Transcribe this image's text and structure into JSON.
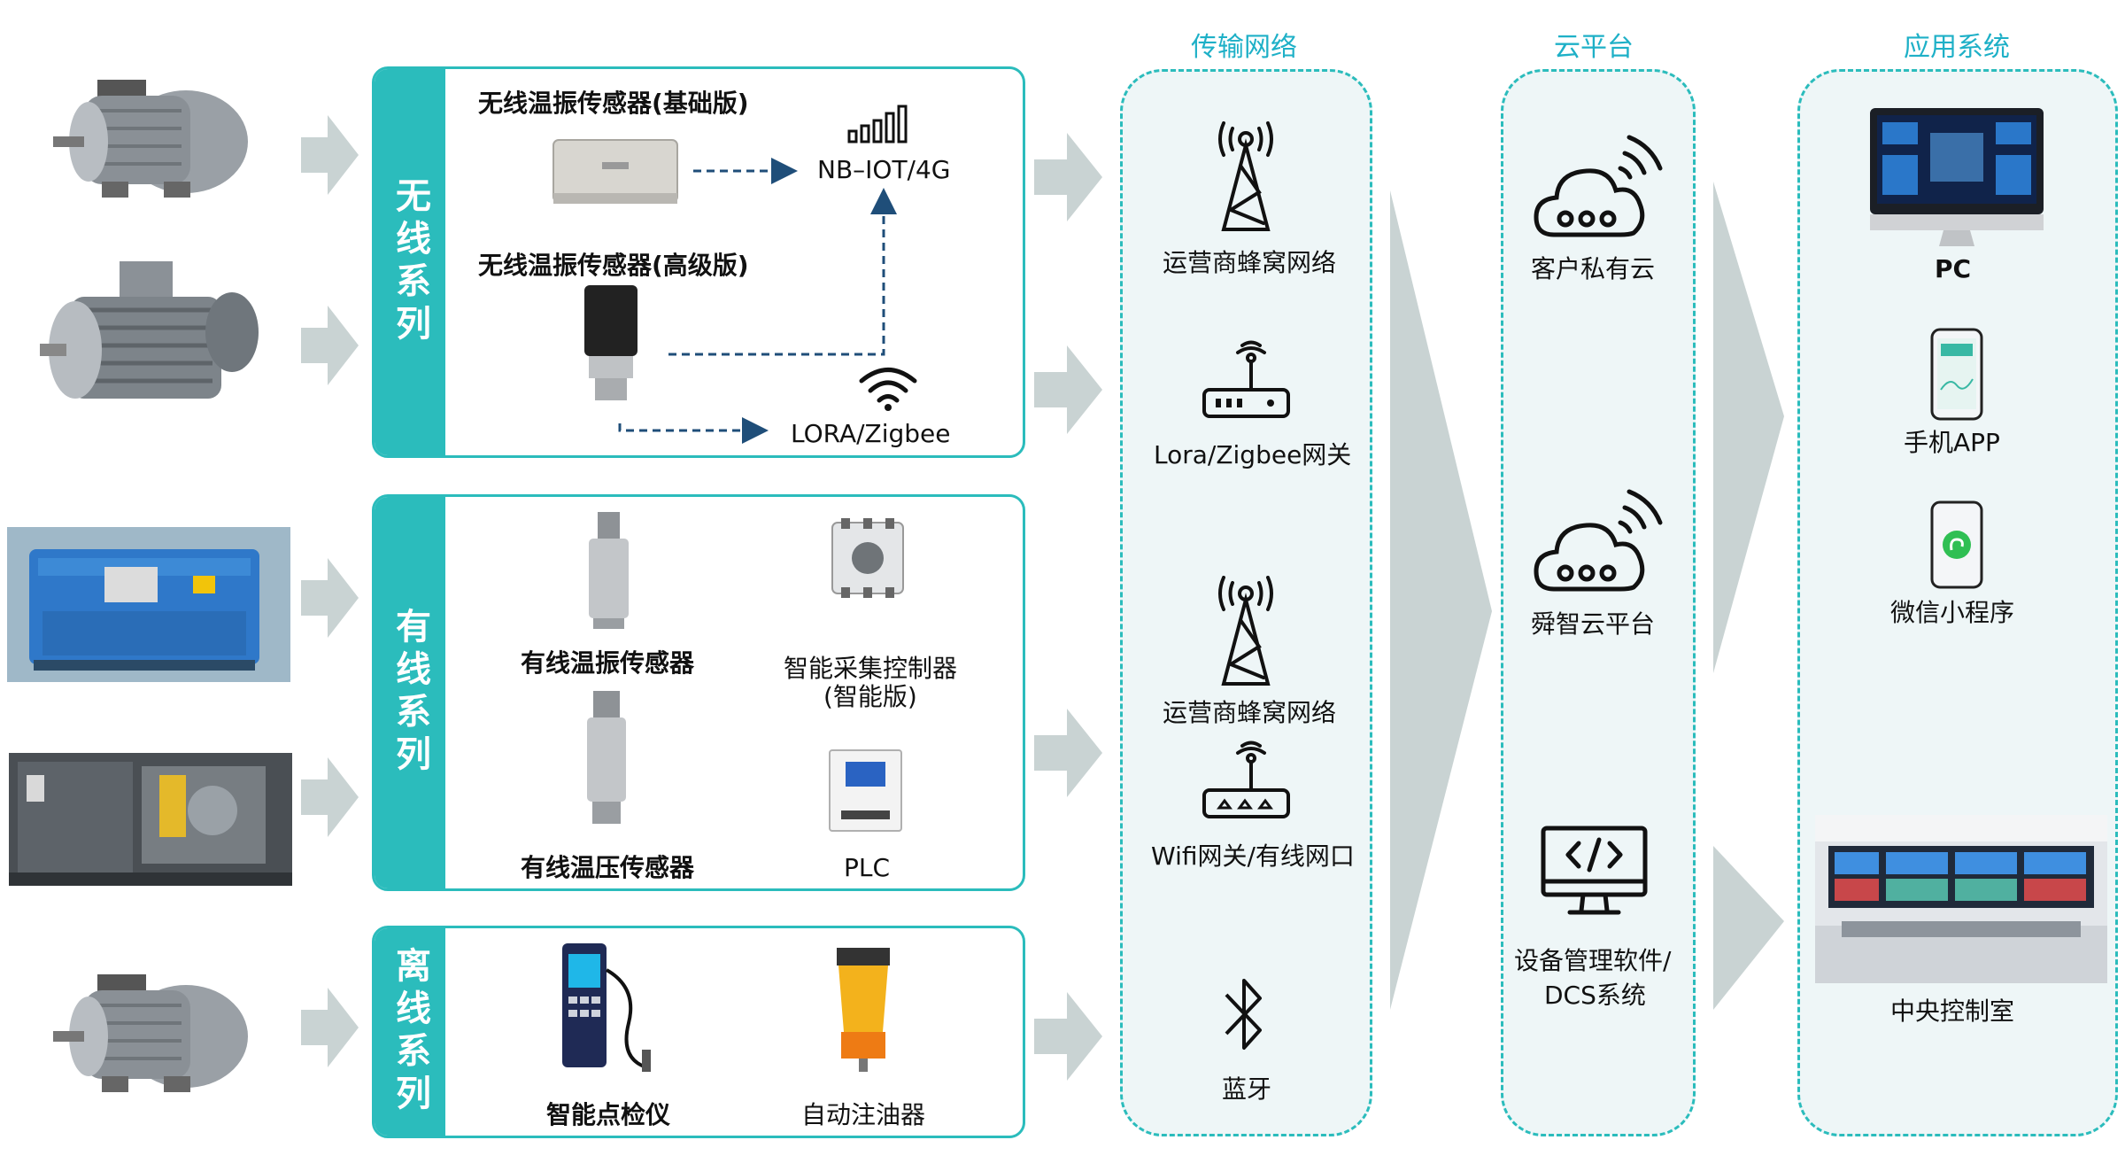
{
  "columns": {
    "transport": "传输网络",
    "cloud": "云平台",
    "apps": "应用系统"
  },
  "wireless": {
    "tab": "无线系列",
    "basic_sensor": "无线温振传感器(基础版)",
    "advanced_sensor": "无线温振传感器(高级版)",
    "nbiot": "NB–IOT/4G",
    "lora": "LORA/Zigbee"
  },
  "wired": {
    "tab": "有线系列",
    "temp_vib_sensor": "有线温振传感器",
    "controller": "智能采集控制器",
    "controller_sub": "(智能版)",
    "temp_press_sensor": "有线温压传感器",
    "plc": "PLC"
  },
  "offline": {
    "tab": "离线系列",
    "inspector": "智能点检仪",
    "lubricator": "自动注油器"
  },
  "network": {
    "cellular_1": "运营商蜂窝网络",
    "lora_gw": "Lora/Zigbee网关",
    "cellular_2": "运营商蜂窝网络",
    "wifi": "Wifi网关/有线网口",
    "bluetooth": "蓝牙"
  },
  "cloud": {
    "private": "客户私有云",
    "shunzhi": "舜智云平台",
    "dcs_line1": "设备管理软件/",
    "dcs_line2": "DCS系统"
  },
  "apps": {
    "pc": "PC",
    "mobile": "手机APP",
    "wechat": "微信小程序",
    "control_room": "中央控制室"
  },
  "colors": {
    "accent": "#2bbcbc",
    "title": "#1eb0c7",
    "arrow": "#c9d3d3",
    "dashed_line": "#1f4e79",
    "panel_bg": "#eef6f7"
  }
}
